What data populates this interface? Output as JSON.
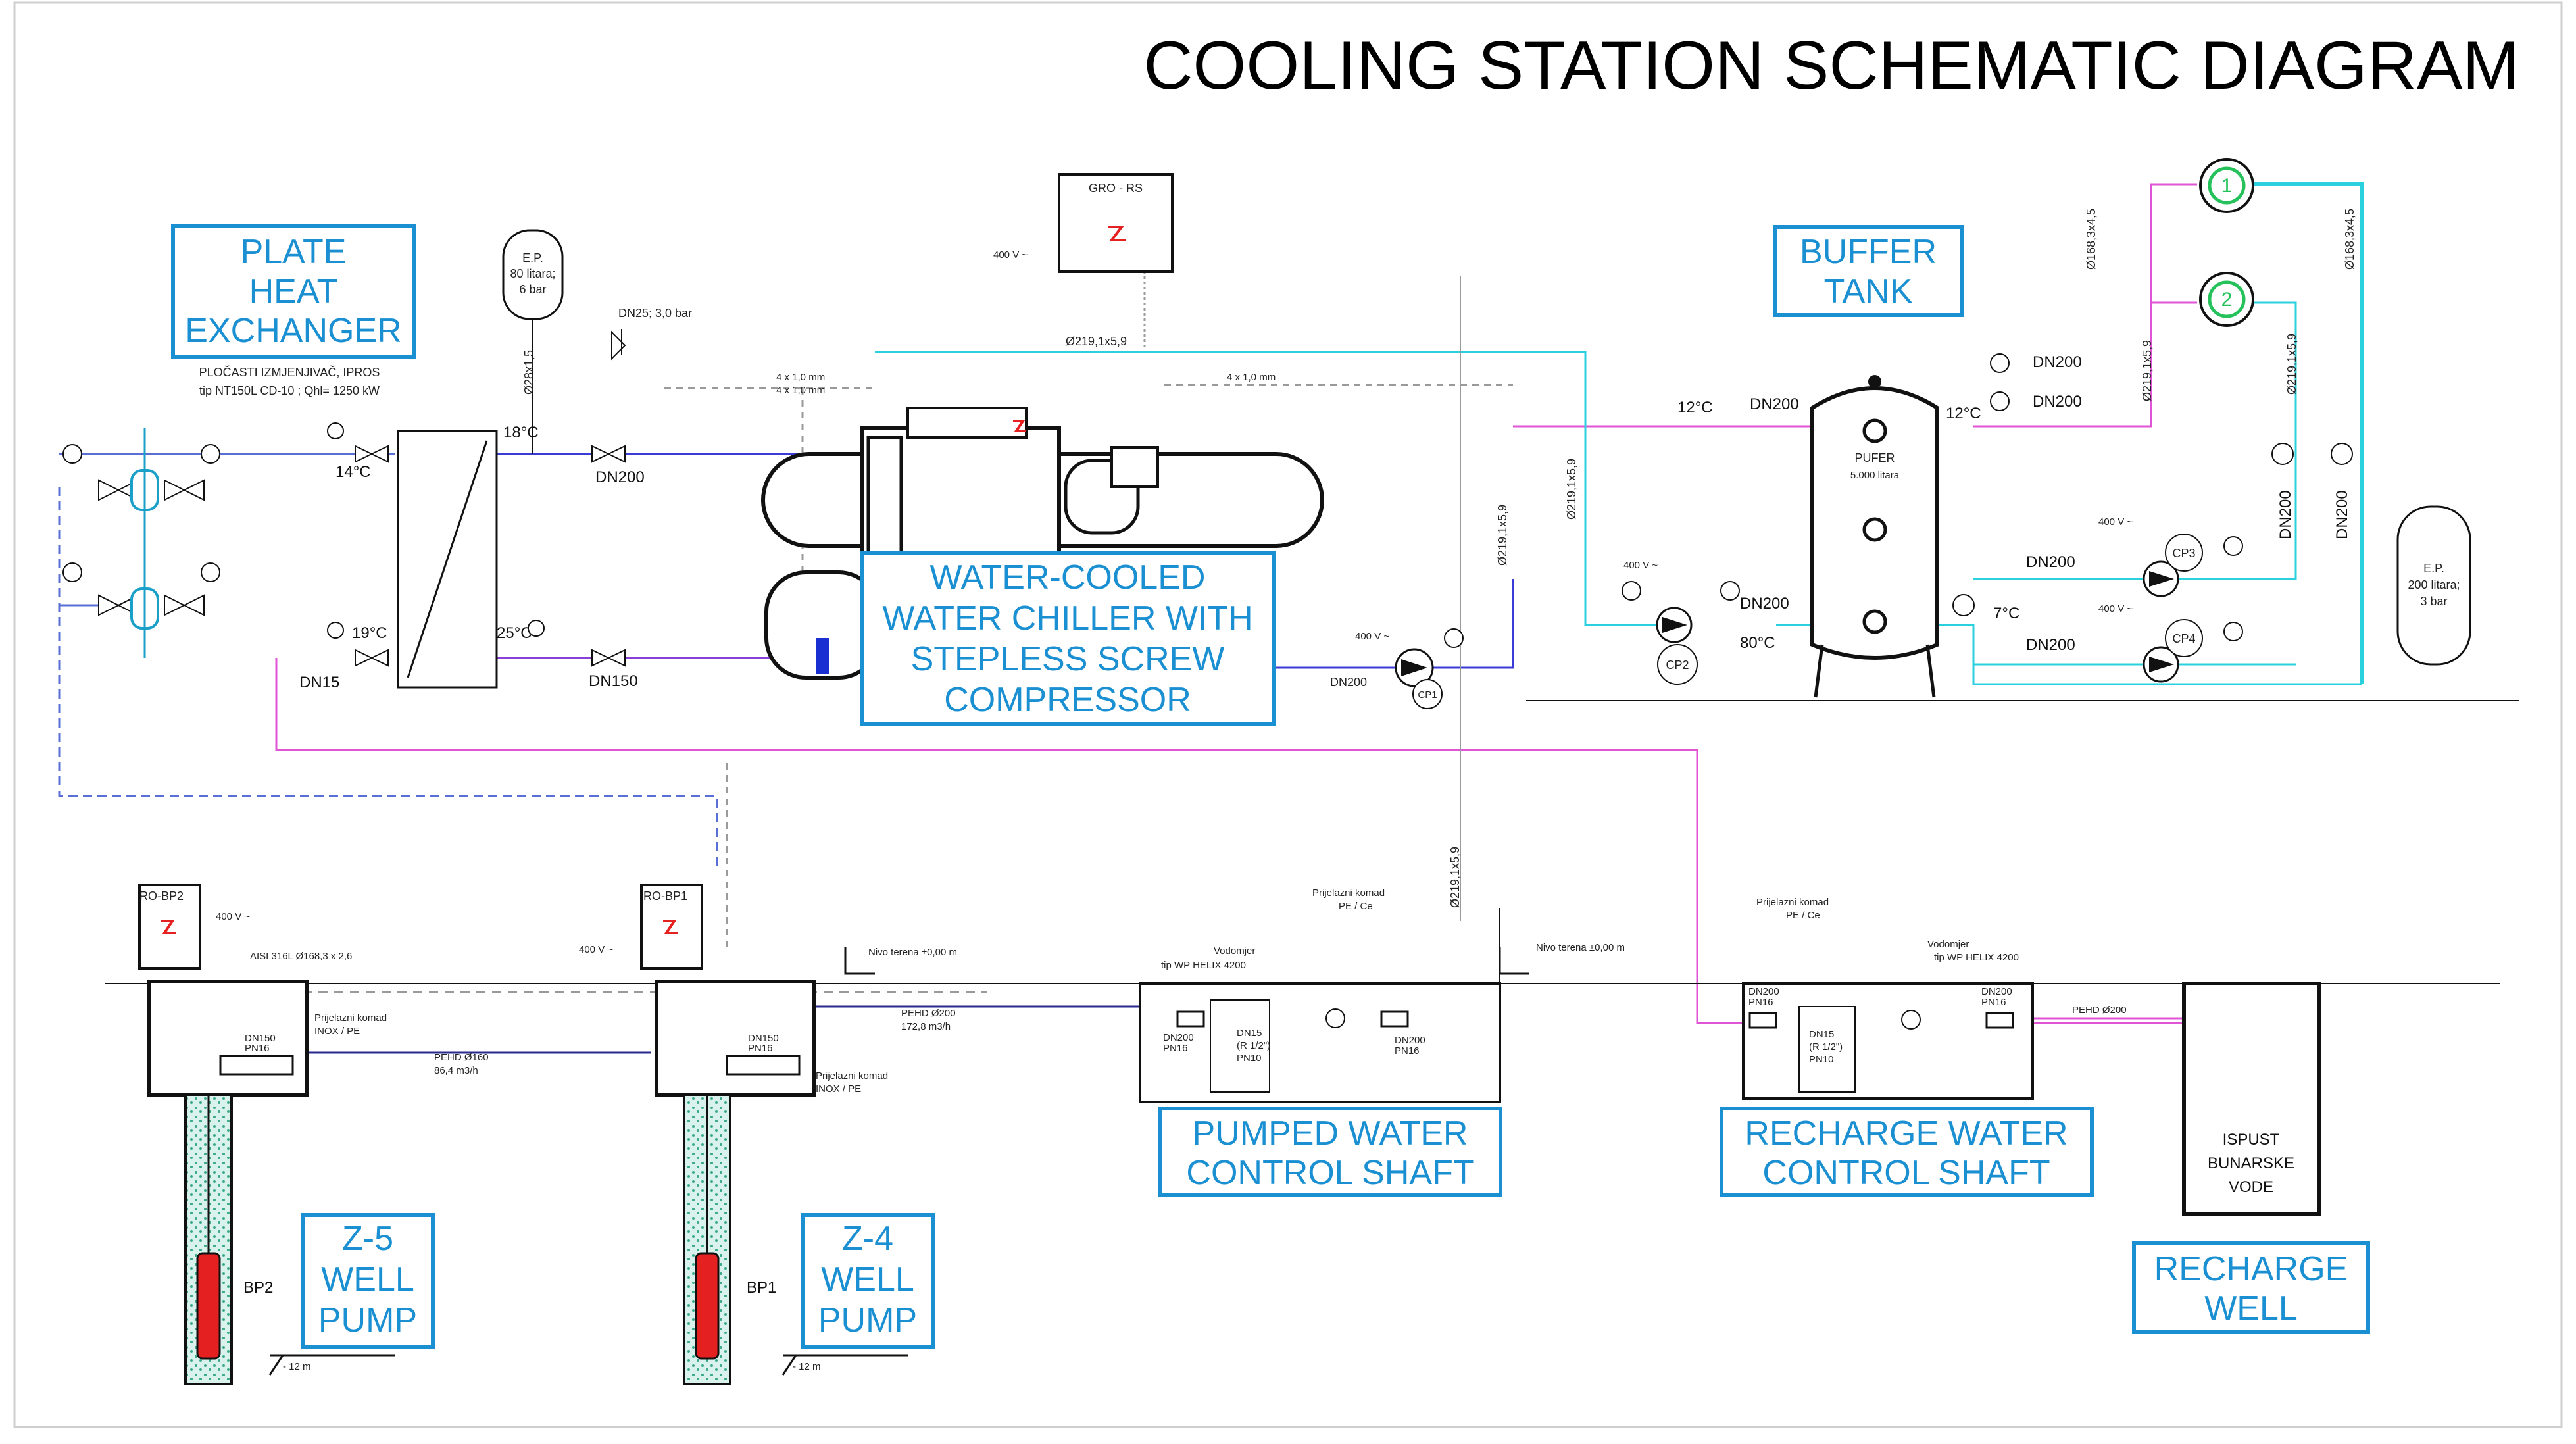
{
  "title": "COOLING STATION SCHEMATIC DIAGRAM",
  "callouts": {
    "plate_hx": [
      "PLATE",
      "HEAT",
      "EXCHANGER"
    ],
    "buffer_tank": [
      "BUFFER",
      "TANK"
    ],
    "chiller": [
      "WATER-COOLED",
      "WATER CHILLER WITH",
      "STEPLESS SCREW",
      "COMPRESSOR"
    ],
    "pumped_shaft": [
      "PUMPED WATER",
      "CONTROL SHAFT"
    ],
    "recharge_shaft": [
      "RECHARGE WATER",
      "CONTROL SHAFT"
    ],
    "recharge_well": [
      "RECHARGE",
      "WELL"
    ],
    "z5": [
      "Z-5",
      "WELL",
      "PUMP"
    ],
    "z4": [
      "Z-4",
      "WELL",
      "PUMP"
    ]
  },
  "labels": {
    "hx_note_1": "PLOČASTI IZMJENJIVAČ, IPROS",
    "hx_note_2": "tip NT150L CD-10 ; Qhl= 1250 kW",
    "ep1": [
      "E.P.",
      "80 litara;",
      "6 bar"
    ],
    "ep2": [
      "E.P.",
      "200 litara;",
      "3 bar"
    ],
    "dn25": "DN25; 3,0 bar",
    "gro_rs": "GRO - RS",
    "v400": "400 V ~",
    "d219": "Ø219,1x5,9",
    "d28": "Ø28x1,5",
    "d168": "Ø168,3x4,5",
    "t18": "18°C",
    "t14": "14°C",
    "t19": "19°C",
    "t25": "25°C",
    "t12": "12°C",
    "t7": "7°C",
    "t80": "80°C",
    "dn200": "DN200",
    "dn150": "DN150",
    "dn15": "DN15",
    "pufer": [
      "PUFER",
      "5.000 litara"
    ],
    "cp1": "CP1",
    "cp2": "CP2",
    "cp3": "CP3",
    "cp4": "CP4",
    "p1": "1",
    "p2": "2",
    "ro_bp2": "RO-BP2",
    "ro_bp1": "RO-BP1",
    "bp2": "BP2",
    "bp1": "BP1",
    "depth": "- 12 m",
    "aisi": "AISI 316L Ø168,3 x 2,6",
    "prijelazni_inox": [
      "Prijelazni komad",
      "INOX / PE"
    ],
    "pehd160": [
      "PEHD Ø160",
      "86,4 m3/h"
    ],
    "pehd200": [
      "PEHD Ø200",
      "172,8 m3/h"
    ],
    "pehd200b": "PEHD Ø200",
    "nivo": "Nivo terena ±0,00 m",
    "vodomjer1": [
      "Vodomjer",
      "tip WP HELIX 4200"
    ],
    "prijelazni_pe": [
      "Prijelazni komad",
      "PE / Ce"
    ],
    "ispust": [
      "ISPUST",
      "BUNARSKE",
      "VODE"
    ],
    "dn200pn16": [
      "DN200",
      "PN16"
    ],
    "dn15pn10": [
      "DN15",
      "(R 1/2\")",
      "PN10"
    ],
    "dn150pn16": [
      "DN150",
      "PN16"
    ],
    "v4x10": "4 x 1,0 mm"
  },
  "colors": {
    "callout": "#1a8fd1",
    "cyan": "#2ad0dd",
    "magenta": "#e055d6",
    "blue": "#3b3bd6",
    "purple": "#8a3fd6",
    "green": "#25c25b",
    "red": "#e52020",
    "gray": "#9a9a9a"
  }
}
